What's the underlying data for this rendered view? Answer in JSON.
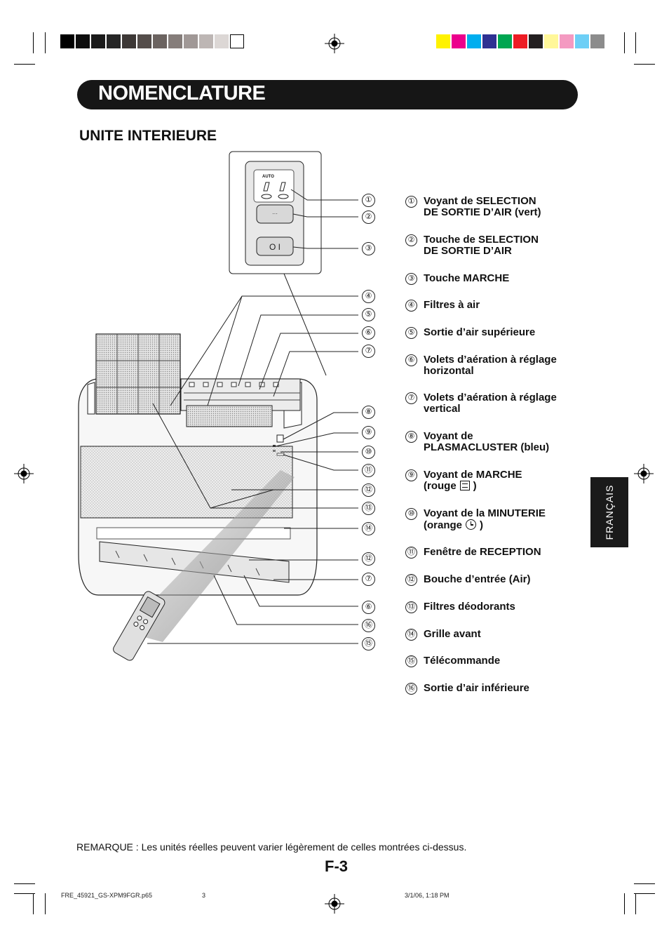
{
  "header": {
    "title": "NOMENCLATURE",
    "subtitle": "UNITE INTERIEURE"
  },
  "color_bar": {
    "grays": [
      "#000000",
      "#0d0d0d",
      "#1a1a1a",
      "#262626",
      "#3d3836",
      "#544d4a",
      "#6b6360",
      "#857d7a",
      "#a09896",
      "#bdb6b4",
      "#dcd7d5",
      "#ffffff"
    ],
    "colors": [
      "#fff200",
      "#ec008c",
      "#00aeef",
      "#2e3192",
      "#00a651",
      "#ed1c24",
      "#231f20",
      "#fff799",
      "#f49ac1",
      "#6dcff6",
      "#8c8c8c"
    ]
  },
  "panel_labels": {
    "auto": "AUTO",
    "dots": "···",
    "power": "O I"
  },
  "callouts": [
    "①",
    "②",
    "③",
    "④",
    "⑤",
    "⑥",
    "⑦",
    "⑧",
    "⑨",
    "⑩",
    "⑪",
    "⑫",
    "⑬",
    "⑭",
    "⑫",
    "⑦",
    "⑥",
    "⑯",
    "⑮"
  ],
  "legend": [
    {
      "num": "①",
      "line1": "Voyant de SELECTION",
      "line2": "DE SORTIE D’AIR (vert)"
    },
    {
      "num": "②",
      "line1": "Touche de SELECTION",
      "line2": "DE SORTIE D’AIR"
    },
    {
      "num": "③",
      "line1": "Touche MARCHE",
      "line2": ""
    },
    {
      "num": "④",
      "line1": "Filtres à air",
      "line2": ""
    },
    {
      "num": "⑤",
      "line1": "Sortie d’air supérieure",
      "line2": ""
    },
    {
      "num": "⑥",
      "line1": "Volets d’aération à réglage",
      "line2": "horizontal"
    },
    {
      "num": "⑦",
      "line1": "Volets d’aération à réglage",
      "line2": "vertical"
    },
    {
      "num": "⑧",
      "line1": "Voyant de",
      "line2": "PLASMACLUSTER (bleu)"
    },
    {
      "num": "⑨",
      "line1": "Voyant de MARCHE",
      "line2": "(rouge",
      "line2_after": ")"
    },
    {
      "num": "⑩",
      "line1": "Voyant de la MINUTERIE",
      "line2": "(orange",
      "line2_after": ")"
    },
    {
      "num": "⑪",
      "line1": "Fenêtre de RECEPTION",
      "line2": ""
    },
    {
      "num": "⑫",
      "line1": "Bouche d’entrée (Air)",
      "line2": ""
    },
    {
      "num": "⑬",
      "line1": "Filtres déodorants",
      "line2": ""
    },
    {
      "num": "⑭",
      "line1": "Grille avant",
      "line2": ""
    },
    {
      "num": "⑮",
      "line1": "Télécommande",
      "line2": ""
    },
    {
      "num": "⑯",
      "line1": "Sortie d’air inférieure",
      "line2": ""
    }
  ],
  "side_tab": "FRANÇAIS",
  "note": "REMARQUE : Les unités réelles peuvent varier légèrement de celles montrées ci-dessus.",
  "page_number": "F-3",
  "footer": {
    "file": "FRE_45921_GS-XPM9FGR.p65",
    "page": "3",
    "date": "3/1/06, 1:18 PM"
  }
}
